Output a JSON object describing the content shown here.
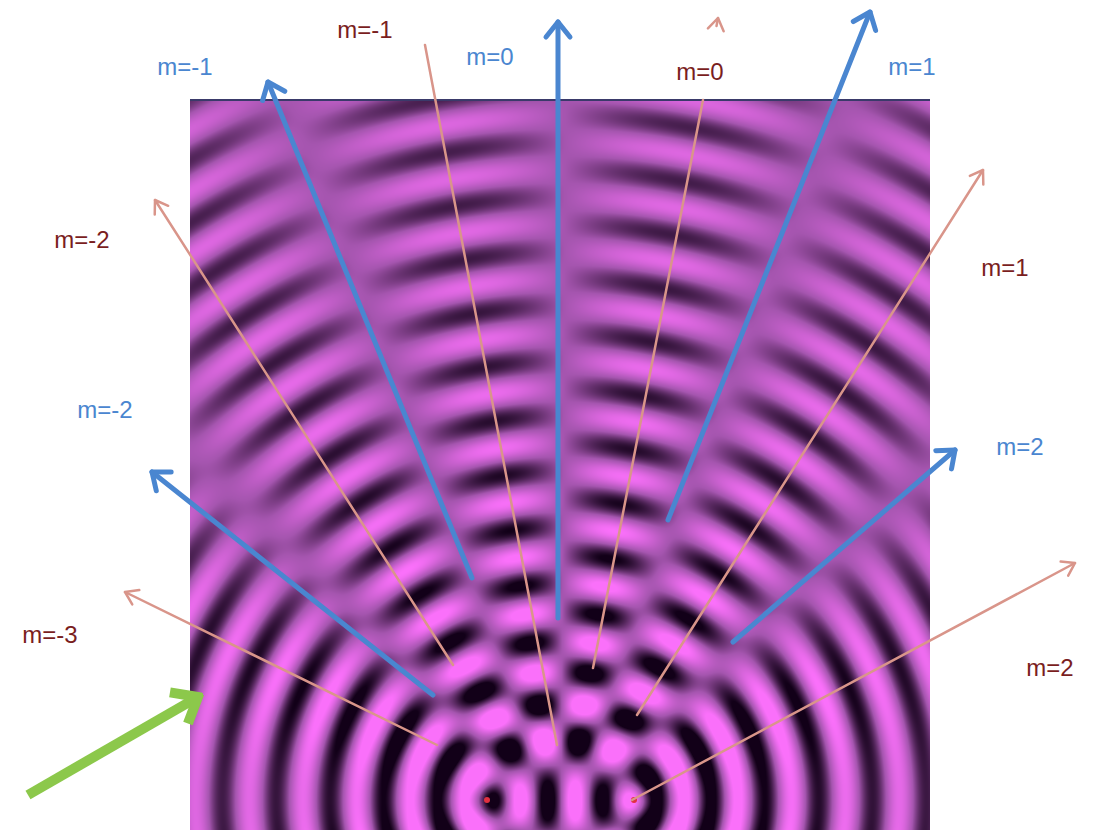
{
  "diagram": {
    "labels": [
      "m=-1",
      "m=0",
      "m=-1",
      "m=1",
      "m=0",
      "m=-2",
      "m=1",
      "m=-2",
      "m=2",
      "m=-3",
      "m=2"
    ]
  }
}
